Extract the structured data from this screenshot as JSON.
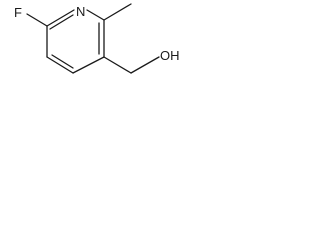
{
  "molecule": {
    "atoms": {
      "fluorine": "F",
      "nitrogen": "N",
      "hydroxyl": "OH"
    }
  }
}
